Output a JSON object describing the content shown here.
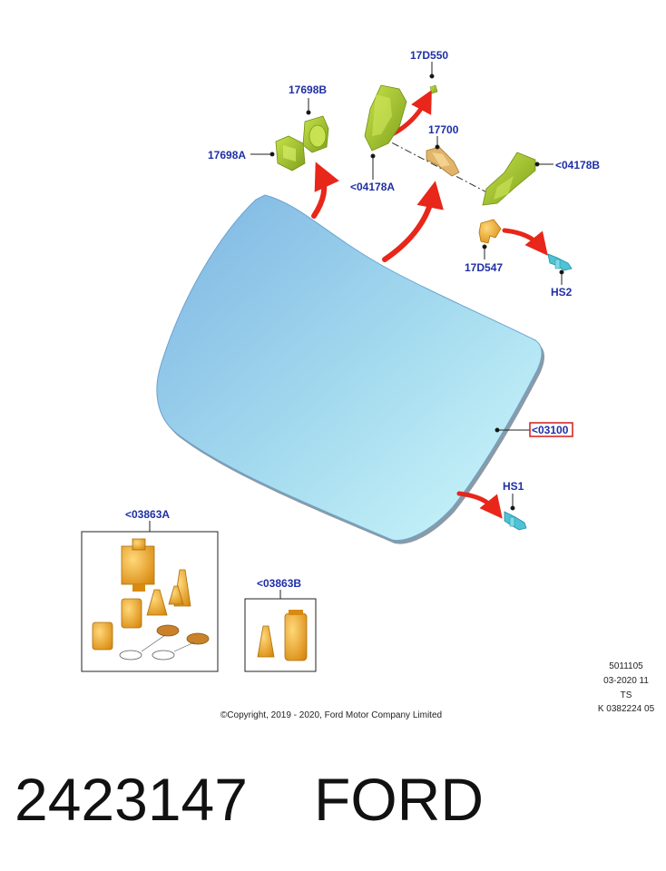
{
  "colors": {
    "callout_text": "#1f2fa6",
    "arrow": "#e8261a",
    "glass_top": "#86bde6",
    "glass_bottom": "#c8f4fa",
    "bracket_green": "#a7c830",
    "part_orange": "#f0a81e",
    "clip_cyan": "#4fc3d6",
    "highlight_box": "#d61a1a"
  },
  "callouts": {
    "c_17698B": "17698B",
    "c_17698A": "17698A",
    "c_17D550": "17D550",
    "c_17700": "17700",
    "c_04178A": "<04178A",
    "c_04178B": "<04178B",
    "c_17D547": "17D547",
    "c_HS2": "HS2",
    "c_03100": "<03100",
    "c_HS1": "HS1",
    "c_03863A": "<03863A",
    "c_03863B": "<03863B"
  },
  "drawing_info": {
    "line1": "5011105",
    "line2": "03-2020 11",
    "line3": "TS",
    "line4": "K 0382224 05"
  },
  "copyright": "©Copyright, 2019 - 2020, Ford Motor Company Limited",
  "footer": {
    "part_number": "2423147",
    "brand": "FORD"
  },
  "icons": {
    "windshield": "windshield-glass-icon",
    "bracket": "mirror-bracket-icon",
    "cover": "mirror-cover-icon",
    "clip": "clip-fastener-icon",
    "repair_kit": "repair-kit-icon"
  }
}
